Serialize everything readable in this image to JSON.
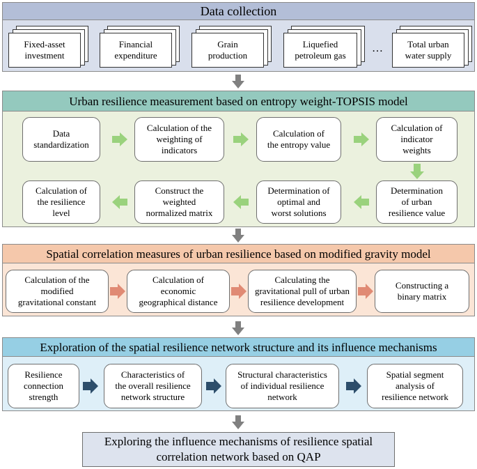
{
  "colors": {
    "gray_arrow": "#808080",
    "green_arrow": "#9ad27d",
    "salmon_arrow": "#e08a74",
    "navy_arrow": "#2d4e6b",
    "panel1_fill": "#d9dfec",
    "panel1_header": "#b3bed7",
    "panel2_fill": "#ebf1de",
    "panel2_header": "#94c9be",
    "panel3_fill": "#fbe5d6",
    "panel3_header": "#f5c8ab",
    "panel4_fill": "#deeff8",
    "panel4_header": "#96cfe4",
    "final_fill": "#dde3ee"
  },
  "data_collection": {
    "title": "Data collection",
    "items": [
      {
        "label": "Fixed-asset\ninvestment"
      },
      {
        "label": "Financial\nexpenditure"
      },
      {
        "label": "Grain\nproduction"
      },
      {
        "label": "Liquefied\npetroleum gas"
      },
      {
        "label": "Total urban\nwater supply"
      }
    ],
    "ellipsis": "…"
  },
  "entropy": {
    "title": "Urban resilience measurement based on entropy weight-TOPSIS model",
    "row1": [
      {
        "label": "Data\nstandardization"
      },
      {
        "label": "Calculation of the\nweighting of\nindicators"
      },
      {
        "label": "Calculation of\nthe entropy value"
      },
      {
        "label": "Calculation of\nindicator\nweights"
      }
    ],
    "row2": [
      {
        "label": "Calculation of\nthe resilience\nlevel"
      },
      {
        "label": "Construct the\nweighted\nnormalized matrix"
      },
      {
        "label": "Determination of\noptimal and\nworst solutions"
      },
      {
        "label": "Determination\nof urban\nresilience value"
      }
    ]
  },
  "gravity": {
    "title": "Spatial correlation measures of urban resilience based on modified gravity model",
    "items": [
      {
        "label": "Calculation of the\nmodified\ngravitational constant"
      },
      {
        "label": "Calculation of\neconomic\ngeographical distance"
      },
      {
        "label": "Calculating the\ngravitational pull of urban\nresilience development"
      },
      {
        "label": "Constructing a\nbinary matrix"
      }
    ]
  },
  "network": {
    "title": "Exploration of the spatial resilience network structure and its influence mechanisms",
    "items": [
      {
        "label": "Resilience\nconnection\nstrength"
      },
      {
        "label": "Characteristics of\nthe overall resilience\nnetwork structure"
      },
      {
        "label": "Structural characteristics\nof individual resilience\nnetwork"
      },
      {
        "label": "Spatial segment\nanalysis of\nresilience network"
      }
    ]
  },
  "final": {
    "title": "Exploring the influence mechanisms of resilience spatial\ncorrelation network based on QAP"
  }
}
